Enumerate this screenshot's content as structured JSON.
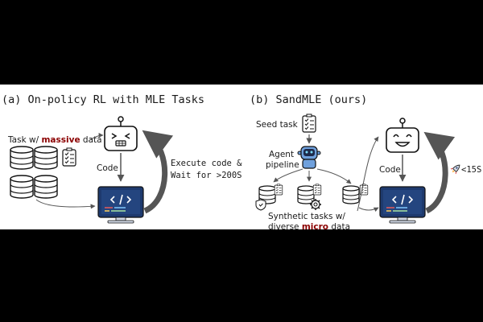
{
  "panel_a": {
    "title": "(a) On-policy RL with MLE Tasks",
    "task_prefix": "Task w/",
    "task_highlight": "massive",
    "task_suffix": "data",
    "code_label": "Code",
    "execute_line1": "Execute code &",
    "execute_line2": "Wait for >200S"
  },
  "panel_b": {
    "title": "(b) SandMLE (ours)",
    "seed_task": "Seed task",
    "agent_line1": "Agent",
    "agent_line2": "pipeline",
    "synthetic_line1": "Synthetic tasks w/",
    "synthetic_prefix": "diverse",
    "synthetic_highlight": "micro",
    "synthetic_suffix": "data",
    "code_label": "Code",
    "time_label": "<15S"
  },
  "colors": {
    "highlight_red": "#8b0000",
    "monitor_blue": "#1e3a6e",
    "agent_blue": "#6fa0dc",
    "arrow_gray": "#555555"
  },
  "icons": [
    "robot-face-icon",
    "database-icon",
    "checklist-icon",
    "monitor-code-icon",
    "rocket-icon",
    "agent-robot-icon",
    "gear-icon",
    "shield-icon"
  ]
}
